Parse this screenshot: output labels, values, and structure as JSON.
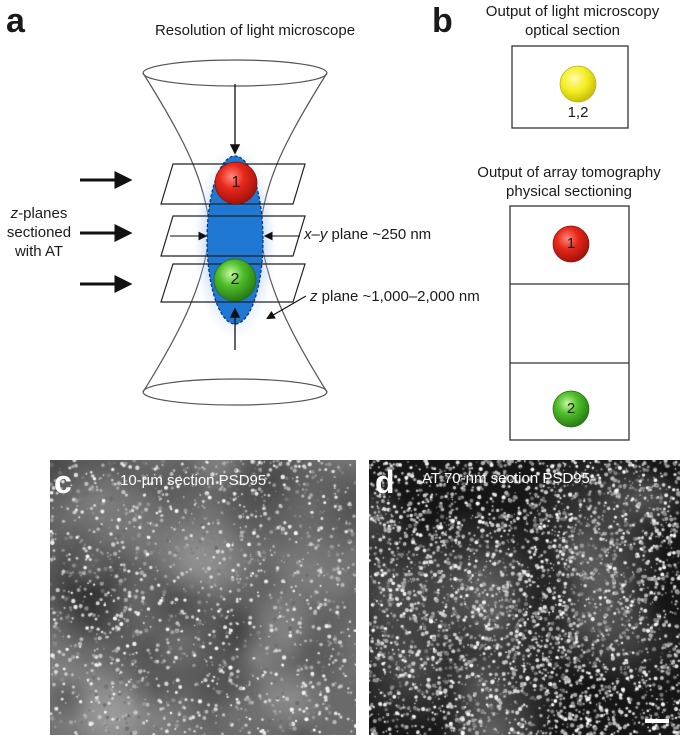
{
  "panel_a": {
    "letter": "a",
    "title": "Resolution of light microscope",
    "zplanes_line1_italic": "z",
    "zplanes_line1_rest": "-planes",
    "zplanes_line2": "sectioned",
    "zplanes_line3": "with AT",
    "xy_italic": "x–y",
    "xy_rest": " plane ~250 nm",
    "z_italic": "z",
    "z_rest": " plane ~1,000–2,000 nm",
    "dot1": "1",
    "dot2": "2"
  },
  "panel_b": {
    "letter": "b",
    "title_line1": "Output of light microscopy",
    "title_line2": "optical section",
    "optical_dot_label": "1,2",
    "array_title_line1": "Output of array tomography",
    "array_title_line2": "physical sectioning",
    "dot1": "1",
    "dot2": "2"
  },
  "panel_c": {
    "letter": "c",
    "caption": "10-µm section PSD95"
  },
  "panel_d": {
    "letter": "d",
    "caption": "AT 70-nm section PSD95"
  },
  "colors": {
    "red": "#e8281c",
    "green": "#4fbf2a",
    "yellow": "#f3ee1f",
    "blue": "#1f78d4"
  }
}
